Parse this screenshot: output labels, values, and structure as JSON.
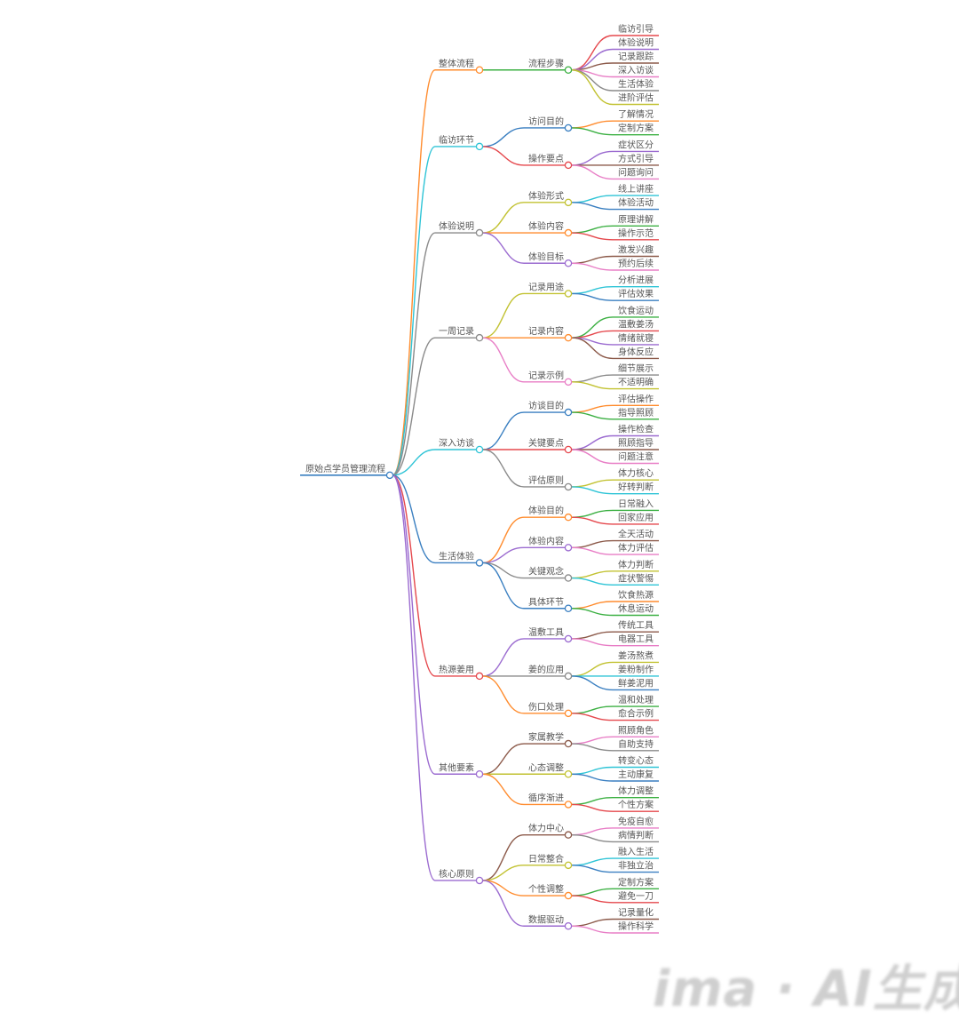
{
  "root": {
    "label": "原始点学员管理流程",
    "color": "#3a7fc1"
  },
  "colors": {
    "red": "#e5484d",
    "orange": "#ff8c2e",
    "green": "#3cb043",
    "blue": "#3a7fc1",
    "purple": "#9b6bd0",
    "brown": "#8c5a4a",
    "pink": "#e87ec6",
    "gray": "#8a8a8a",
    "olive": "#c2c232",
    "cyan": "#2ec4d6"
  },
  "branches": [
    {
      "label": "整体流程",
      "color": "orange",
      "children": [
        {
          "label": "流程步骤",
          "color": "green",
          "leaves": [
            [
              "临访引导",
              "red"
            ],
            [
              "体验说明",
              "purple"
            ],
            [
              "记录跟踪",
              "brown"
            ],
            [
              "深入访谈",
              "pink"
            ],
            [
              "生活体验",
              "gray"
            ],
            [
              "进阶评估",
              "olive"
            ]
          ]
        }
      ]
    },
    {
      "label": "临访环节",
      "color": "cyan",
      "children": [
        {
          "label": "访问目的",
          "color": "blue",
          "leaves": [
            [
              "了解情况",
              "orange"
            ],
            [
              "定制方案",
              "green"
            ]
          ]
        },
        {
          "label": "操作要点",
          "color": "red",
          "leaves": [
            [
              "症状区分",
              "purple"
            ],
            [
              "方式引导",
              "brown"
            ],
            [
              "问题询问",
              "pink"
            ]
          ]
        }
      ]
    },
    {
      "label": "体验说明",
      "color": "gray",
      "children": [
        {
          "label": "体验形式",
          "color": "olive",
          "leaves": [
            [
              "线上讲座",
              "cyan"
            ],
            [
              "体验活动",
              "blue"
            ]
          ]
        },
        {
          "label": "体验内容",
          "color": "orange",
          "leaves": [
            [
              "原理讲解",
              "green"
            ],
            [
              "操作示范",
              "red"
            ]
          ]
        },
        {
          "label": "体验目标",
          "color": "purple",
          "leaves": [
            [
              "激发兴趣",
              "brown"
            ],
            [
              "预约后续",
              "pink"
            ]
          ]
        }
      ]
    },
    {
      "label": "一周记录",
      "color": "gray",
      "children": [
        {
          "label": "记录用途",
          "color": "olive",
          "leaves": [
            [
              "分析进展",
              "cyan"
            ],
            [
              "评估效果",
              "blue"
            ]
          ]
        },
        {
          "label": "记录内容",
          "color": "orange",
          "leaves": [
            [
              "饮食运动",
              "green"
            ],
            [
              "温敷姜汤",
              "red"
            ],
            [
              "情绪就寝",
              "purple"
            ],
            [
              "身体反应",
              "brown"
            ]
          ]
        },
        {
          "label": "记录示例",
          "color": "pink",
          "leaves": [
            [
              "细节展示",
              "gray"
            ],
            [
              "不适明确",
              "olive"
            ]
          ]
        }
      ]
    },
    {
      "label": "深入访谈",
      "color": "cyan",
      "children": [
        {
          "label": "访谈目的",
          "color": "blue",
          "leaves": [
            [
              "评估操作",
              "orange"
            ],
            [
              "指导照顾",
              "green"
            ]
          ]
        },
        {
          "label": "关键要点",
          "color": "red",
          "leaves": [
            [
              "操作检查",
              "purple"
            ],
            [
              "照顾指导",
              "brown"
            ],
            [
              "问题注意",
              "pink"
            ]
          ]
        },
        {
          "label": "评估原则",
          "color": "gray",
          "leaves": [
            [
              "体力核心",
              "olive"
            ],
            [
              "好转判断",
              "cyan"
            ]
          ]
        }
      ]
    },
    {
      "label": "生活体验",
      "color": "blue",
      "children": [
        {
          "label": "体验目的",
          "color": "orange",
          "leaves": [
            [
              "日常融入",
              "green"
            ],
            [
              "回家应用",
              "red"
            ]
          ]
        },
        {
          "label": "体验内容",
          "color": "purple",
          "leaves": [
            [
              "全天活动",
              "brown"
            ],
            [
              "体力评估",
              "pink"
            ]
          ]
        },
        {
          "label": "关键观念",
          "color": "gray",
          "leaves": [
            [
              "体力判断",
              "olive"
            ],
            [
              "症状警惕",
              "cyan"
            ]
          ]
        },
        {
          "label": "具体环节",
          "color": "blue",
          "leaves": [
            [
              "饮食热源",
              "orange"
            ],
            [
              "休息运动",
              "green"
            ]
          ]
        }
      ]
    },
    {
      "label": "热源姜用",
      "color": "red",
      "children": [
        {
          "label": "温敷工具",
          "color": "purple",
          "leaves": [
            [
              "传统工具",
              "brown"
            ],
            [
              "电器工具",
              "pink"
            ]
          ]
        },
        {
          "label": "姜的应用",
          "color": "gray",
          "leaves": [
            [
              "姜汤熬煮",
              "olive"
            ],
            [
              "姜粉制作",
              "cyan"
            ],
            [
              "鲜姜泥用",
              "blue"
            ]
          ]
        },
        {
          "label": "伤口处理",
          "color": "orange",
          "leaves": [
            [
              "温和处理",
              "green"
            ],
            [
              "愈合示例",
              "red"
            ]
          ]
        }
      ]
    },
    {
      "label": "其他要素",
      "color": "purple",
      "children": [
        {
          "label": "家属教学",
          "color": "brown",
          "leaves": [
            [
              "照顾角色",
              "pink"
            ],
            [
              "自助支持",
              "gray"
            ]
          ]
        },
        {
          "label": "心态调整",
          "color": "olive",
          "leaves": [
            [
              "转变心态",
              "cyan"
            ],
            [
              "主动康复",
              "blue"
            ]
          ]
        },
        {
          "label": "循序渐进",
          "color": "orange",
          "leaves": [
            [
              "体力调整",
              "green"
            ],
            [
              "个性方案",
              "red"
            ]
          ]
        }
      ]
    },
    {
      "label": "核心原则",
      "color": "purple",
      "children": [
        {
          "label": "体力中心",
          "color": "brown",
          "leaves": [
            [
              "免疫自愈",
              "pink"
            ],
            [
              "病情判断",
              "gray"
            ]
          ]
        },
        {
          "label": "日常整合",
          "color": "olive",
          "leaves": [
            [
              "融入生活",
              "cyan"
            ],
            [
              "非独立治",
              "blue"
            ]
          ]
        },
        {
          "label": "个性调整",
          "color": "orange",
          "leaves": [
            [
              "定制方案",
              "green"
            ],
            [
              "避免一刀",
              "red"
            ]
          ]
        },
        {
          "label": "数据驱动",
          "color": "purple",
          "leaves": [
            [
              "记录量化",
              "brown"
            ],
            [
              "操作科学",
              "pink"
            ]
          ]
        }
      ]
    }
  ],
  "watermark": "ima · AI生成"
}
